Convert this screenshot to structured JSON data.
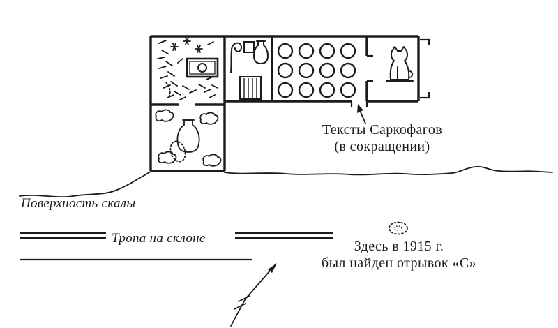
{
  "figure": {
    "background": "#ffffff",
    "ink": "#1b1b1b",
    "labels": {
      "coffin_texts": {
        "line1": "Тексты Саркофагов",
        "line2": "(в сокращении)"
      },
      "rock_surface": "Поверхность скалы",
      "slope_path": "Тропа на склоне",
      "fragment": {
        "line1": "Здесь в 1915 г.",
        "line2": "был найден отрывок «С»"
      }
    },
    "circle_grid": {
      "cols": [
        409,
        439,
        469,
        499
      ],
      "rows": [
        73,
        101,
        129
      ],
      "r": 10,
      "count": 12
    },
    "icons": {
      "sarcophagus": "sarcophagus-with-oval-icon",
      "debris": "scattered-debris-marks",
      "rubble_blobs": "rubble-blob-icon",
      "vessel": "vessel-icon",
      "crook": "crook-staff-icon",
      "box": "box-icon",
      "hatched_chest": "hatched-chest-icon",
      "coffin_circles": "coffin-text-circles",
      "cat_statue": "cat-statue-icon",
      "fragment_oval": "dotted-fragment-icon",
      "pointer": "label-arrow-icon",
      "descent": "descent-arrow-icon"
    }
  }
}
